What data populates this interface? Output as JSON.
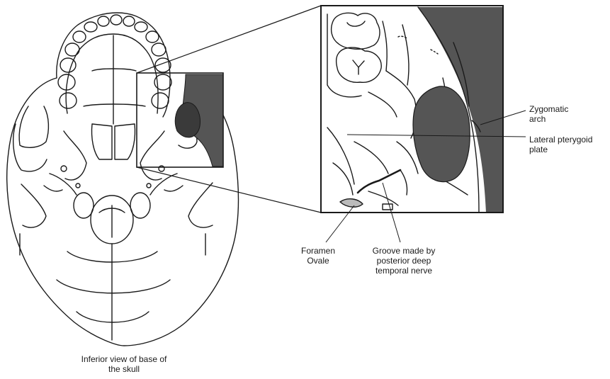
{
  "figure": {
    "caption": "Inferior view of base of\nthe skull",
    "labels": {
      "zygomatic_arch": "Zygomatic\narch",
      "lateral_pterygoid_plate": "Lateral pterygoid\nplate",
      "foramen_ovale": "Foramen\nOvale",
      "groove": "Groove made by\nposterior deep\ntemporal nerve"
    }
  },
  "colors": {
    "line": "#1a1a1a",
    "shade": "#555555",
    "background": "#ffffff"
  }
}
